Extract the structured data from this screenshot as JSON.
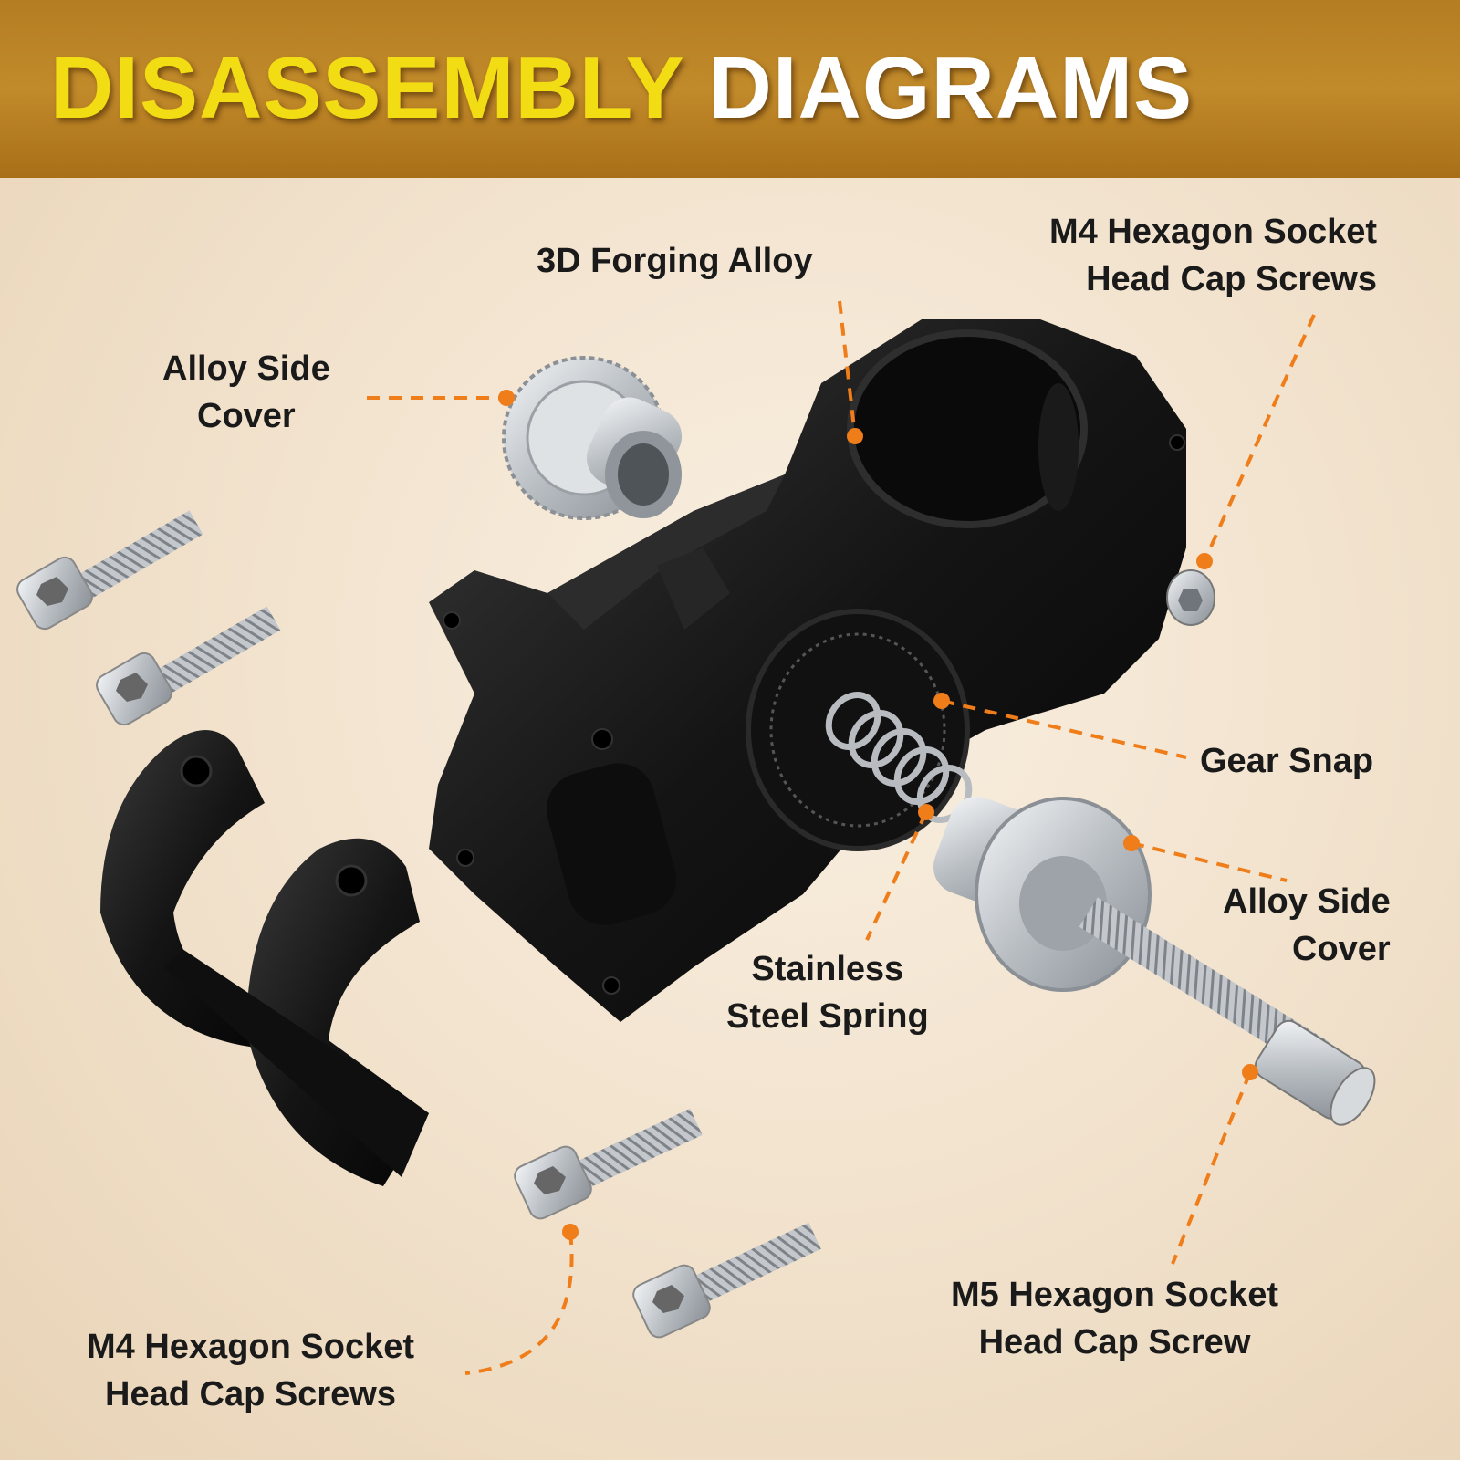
{
  "title": {
    "word1": "DISASSEMBLY",
    "word2": "DIAGRAMS"
  },
  "colors": {
    "banner": "#b8801f",
    "title_accent": "#f2dc14",
    "title_white": "#ffffff",
    "leader": "#ef7d1a",
    "part": "#151515",
    "metal": "#c9cdd1"
  },
  "labels": {
    "forging": {
      "line1": "3D Forging Alloy"
    },
    "m4_top": {
      "line1": "M4 Hexagon Socket",
      "line2": "Head Cap Screws"
    },
    "side_cover_left": {
      "line1": "Alloy Side",
      "line2": "Cover"
    },
    "gear_snap": {
      "line1": "Gear Snap"
    },
    "side_cover_right": {
      "line1": "Alloy Side",
      "line2": "Cover"
    },
    "spring": {
      "line1": "Stainless",
      "line2": "Steel Spring"
    },
    "m5": {
      "line1": "M5 Hexagon Socket",
      "line2": "Head Cap Screw"
    },
    "m4_bottom": {
      "line1": "M4 Hexagon Socket",
      "line2": "Head Cap Screws"
    }
  }
}
